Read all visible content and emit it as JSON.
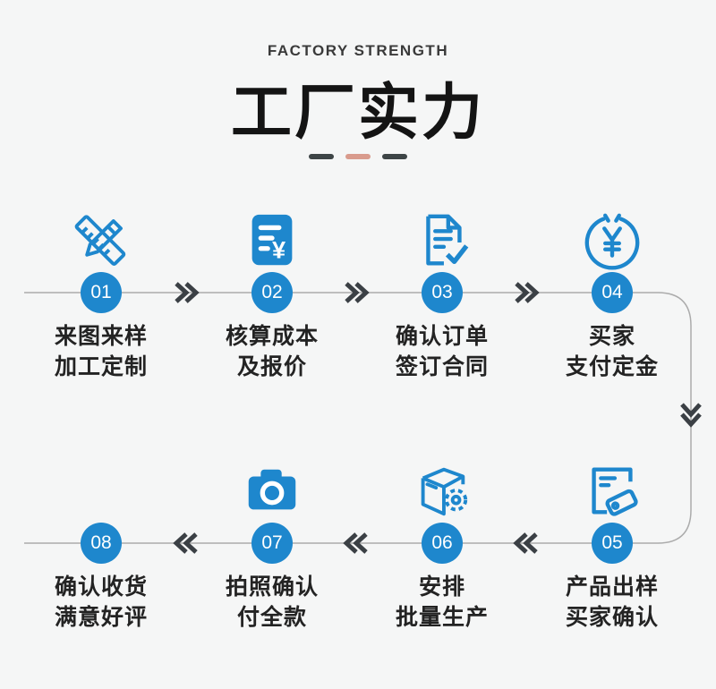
{
  "header": {
    "subtitle": "FACTORY STRENGTH",
    "title": "工厂实力"
  },
  "colors": {
    "background": "#f5f6f6",
    "accent_blue": "#1e87cd",
    "arrow_dark": "#3b4045",
    "line_gray": "#ababab",
    "dash_dark": "#3d4446",
    "dash_salmon": "#d99b8d",
    "label_text": "#232323"
  },
  "steps": [
    {
      "number": "01",
      "label_line1": "来图来样",
      "label_line2": "加工定制",
      "icon": "ruler-pencil-icon"
    },
    {
      "number": "02",
      "label_line1": "核算成本",
      "label_line2": "及报价",
      "icon": "cost-bill-yuan-icon"
    },
    {
      "number": "03",
      "label_line1": "确认订单",
      "label_line2": "签订合同",
      "icon": "document-check-icon"
    },
    {
      "number": "04",
      "label_line1": "买家",
      "label_line2": "支付定金",
      "icon": "yuan-coin-icon"
    },
    {
      "number": "05",
      "label_line1": "产品出样",
      "label_line2": "买家确认",
      "icon": "sample-tag-icon"
    },
    {
      "number": "06",
      "label_line1": "安排",
      "label_line2": "批量生产",
      "icon": "production-box-gear-icon"
    },
    {
      "number": "07",
      "label_line1": "拍照确认",
      "label_line2": "付全款",
      "icon": "camera-icon"
    },
    {
      "number": "08",
      "label_line1": "确认收货",
      "label_line2": "满意好评",
      "icon": "none"
    }
  ]
}
